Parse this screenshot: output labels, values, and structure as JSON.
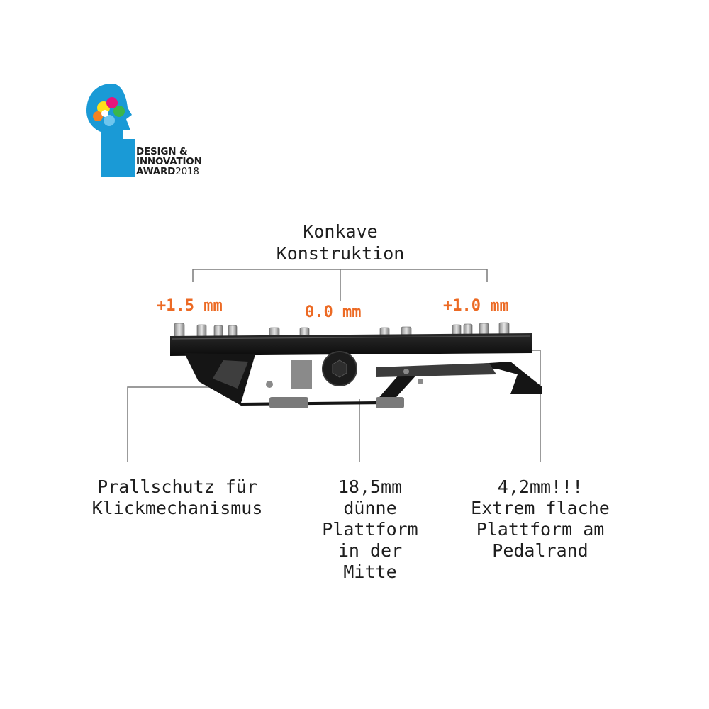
{
  "award": {
    "line1": "DESIGN &",
    "line2": "INNOVATION",
    "line3_word": "AWARD",
    "line3_year": "2018"
  },
  "heading": {
    "line1": "Konkave",
    "line2": "Konstruktion"
  },
  "measurements": {
    "left": "+1.5 mm",
    "center": "0.0 mm",
    "right": "+1.0 mm"
  },
  "captions": {
    "left": [
      "Prallschutz für",
      "Klickmechanismus"
    ],
    "center": [
      "18,5mm",
      "dünne",
      "Plattform",
      "in der",
      "Mitte"
    ],
    "right": [
      "4,2mm!!!",
      "Extrem flache",
      "Plattform am",
      "Pedalrand"
    ]
  },
  "colors": {
    "accent": "#ec6a24",
    "logo_blue": "#1a9ad6",
    "text": "#1e1e1e",
    "pedal_body": "#151515"
  }
}
